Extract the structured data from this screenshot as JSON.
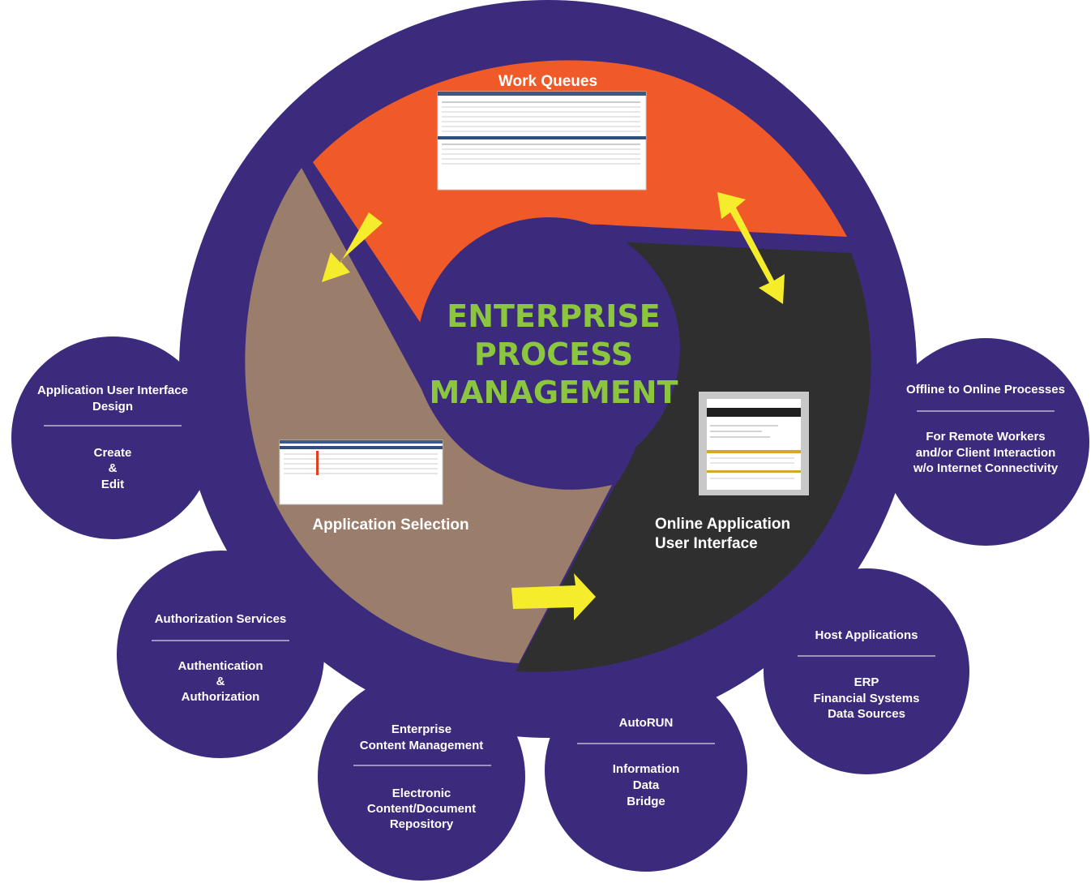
{
  "center": {
    "lines": [
      "ENTERPRISE",
      "PROCESS",
      "MANAGEMENT"
    ]
  },
  "segments": {
    "work_queues": "Work Queues",
    "application_selection": "Application Selection",
    "online_ui_line1": "Online Application",
    "online_ui_line2": "User Interface"
  },
  "satellites": [
    {
      "id": "app-ui-design",
      "title": [
        "Application User Interface",
        "Design"
      ],
      "body": [
        "Create",
        "&",
        "Edit"
      ]
    },
    {
      "id": "authorization",
      "title": [
        "Authorization Services"
      ],
      "body": [
        "Authentication",
        "&",
        "Authorization"
      ]
    },
    {
      "id": "ecm",
      "title": [
        "Enterprise",
        "Content Management"
      ],
      "body": [
        "Electronic",
        "Content/Document",
        "Repository"
      ]
    },
    {
      "id": "autorun",
      "title": [
        "AutoRUN"
      ],
      "body": [
        "Information",
        "Data",
        "Bridge"
      ]
    },
    {
      "id": "host-apps",
      "title": [
        "Host Applications"
      ],
      "body": [
        "ERP",
        "Financial Systems",
        "Data Sources"
      ]
    },
    {
      "id": "offline-online",
      "title": [
        "Offline to Online Processes"
      ],
      "body": [
        "For Remote Workers",
        "and/or Client Interaction",
        "w/o Internet Connectivity"
      ]
    }
  ],
  "colors": {
    "purple": "#3c2a7d",
    "orange": "#ef5a28",
    "taupe": "#9a7d6b",
    "dark": "#2f2f2f",
    "green": "#8cc63f",
    "arrow": "#f5ec2c"
  }
}
